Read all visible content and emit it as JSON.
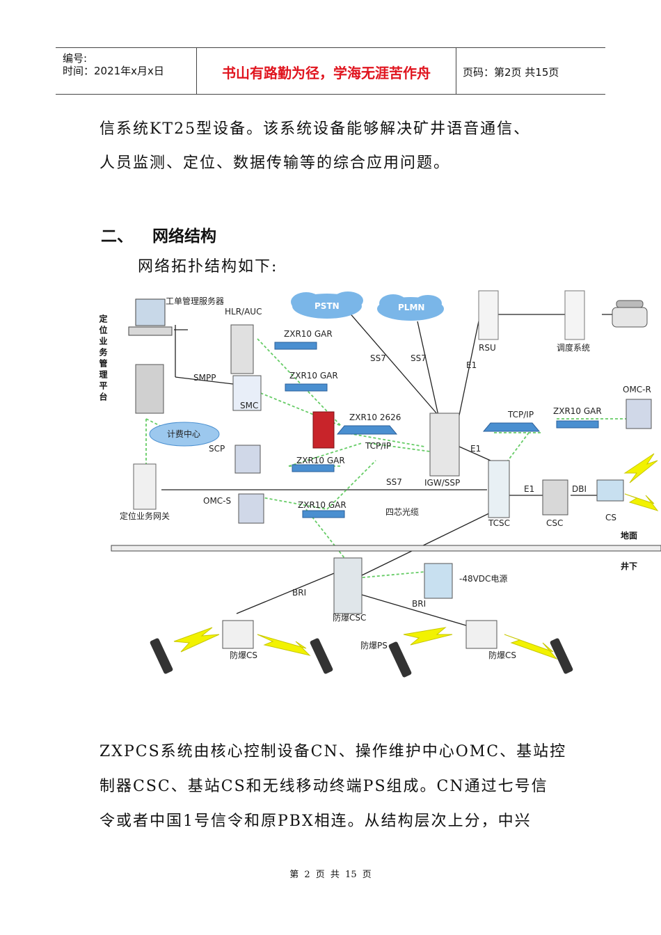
{
  "header": {
    "number_label": "编号:",
    "time_label": "时间：2021年x月x日",
    "motto": "书山有路勤为径，学海无涯苦作舟",
    "page_info": "页码：第2页  共15页"
  },
  "intro": {
    "line1": "信系统KT25型设备。该系统设备能够解决矿井语音通信、",
    "line2": "人员监测、定位、数据传输等的综合应用问题。"
  },
  "section": {
    "number": "二、",
    "title": "网络结构"
  },
  "diagram_caption": "网络拓扑结构如下:",
  "diagram": {
    "vertical_title": "定位业务管理平台",
    "pstn": "PSTN",
    "plmn": "PLMN",
    "rsu": "RSU",
    "dispatch": "调度系统",
    "work_mgmt": "工单管理服务器",
    "hlr": "HLR/AUC",
    "smpp": "SMPP",
    "smc": "SMC",
    "billing": "计费中心",
    "scp": "SCP",
    "omcs": "OMC-S",
    "omcr": "OMC-R",
    "gateway": "定位业务网关",
    "zxr_gar_1": "ZXR10 GAR",
    "zxr_gar_2": "ZXR10 GAR",
    "zxr_2626": "ZXR10 2626",
    "zxr_gar_3": "ZXR10 GAR",
    "zxr_gar_4": "ZXR10 GAR",
    "zxr_gar_5": "ZXR10 GAR",
    "tcpip_1": "TCP/IP",
    "tcpip_2": "TCP/IP",
    "ss7_1": "SS7",
    "ss7_2": "SS7",
    "ss7_3": "SS7",
    "e1_1": "E1",
    "e1_2": "E1",
    "e1_3": "E1",
    "dbi": "DBI",
    "igw": "IGW/SSP",
    "fourcore": "四芯光缆",
    "tcsc": "TCSC",
    "csc": "CSC",
    "cs": "CS",
    "ground": "地面",
    "underground": "井下",
    "power": "-48VDC电源",
    "bri_1": "BRI",
    "bri_2": "BRI",
    "ex_csc": "防爆CSC",
    "ex_cs_1": "防爆CS",
    "ex_ps": "防爆PS",
    "ex_cs_2": "防爆CS"
  },
  "body": {
    "line1": "ZXPCS系统由核心控制设备CN、操作维护中心OMC、基站控",
    "line2": "制器CSC、基站CS和无线移动终端PS组成。CN通过七号信",
    "line3": "令或者中国1号信令和原PBX相连。从结构层次上分，中兴"
  },
  "footer": {
    "text": "第 2 页 共 15 页"
  },
  "colors": {
    "motto": "#e0141e",
    "link_green": "#66cc66",
    "cloud": "#7ab6e8",
    "switch": "#4a8fd0",
    "bolt": "#f2f200"
  }
}
